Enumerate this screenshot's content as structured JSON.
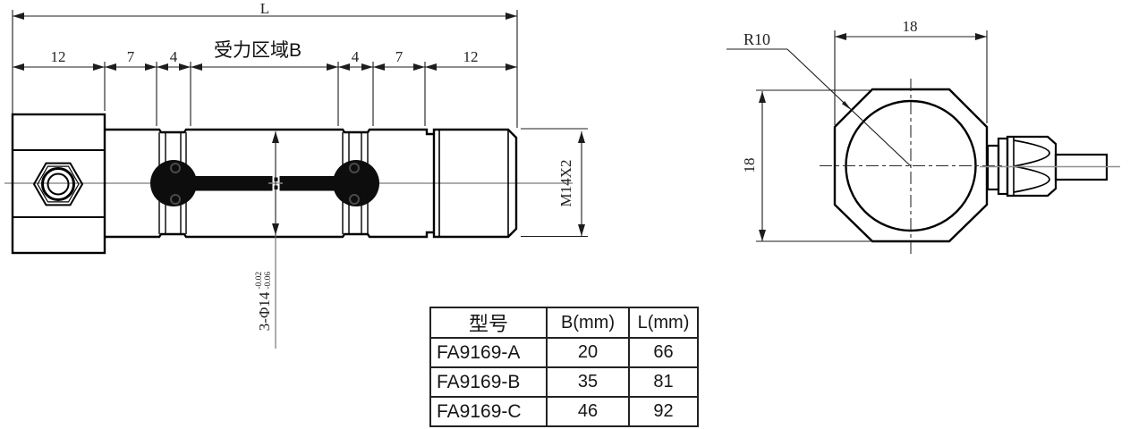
{
  "side_view": {
    "dim_total": "L",
    "dims": [
      "12",
      "7",
      "4",
      "受力区域B",
      "4",
      "7",
      "12"
    ],
    "thread_label": "M14X2",
    "bore_label": "3-Φ14",
    "bore_tol_upper": "-0.02",
    "bore_tol_lower": "-0.06"
  },
  "end_view": {
    "radius_label": "R10",
    "width_label": "18",
    "height_label": "18"
  },
  "spec_table": {
    "headers": [
      "型号",
      "B(mm)",
      "L(mm)"
    ],
    "rows": [
      [
        "FA9169-A",
        "20",
        "66"
      ],
      [
        "FA9169-B",
        "35",
        "81"
      ],
      [
        "FA9169-C",
        "46",
        "92"
      ]
    ]
  }
}
